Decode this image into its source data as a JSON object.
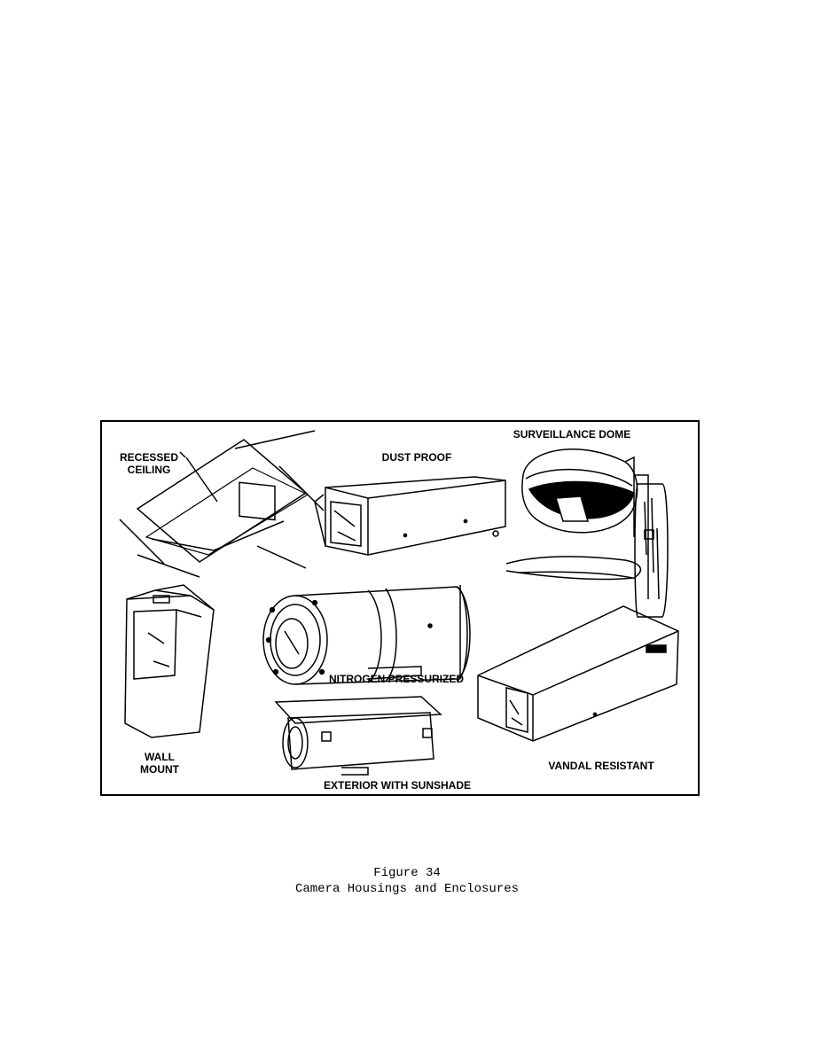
{
  "figure": {
    "labels": {
      "recessed_ceiling_1": "RECESSED",
      "recessed_ceiling_2": "CEILING",
      "dust_proof": "DUST PROOF",
      "surveillance_dome": "SURVEILLANCE DOME",
      "wall_mount_1": "WALL",
      "wall_mount_2": "MOUNT",
      "nitrogen_pressurized": "NITROGEN PRESSURIZED",
      "vandal_resistant": "VANDAL RESISTANT",
      "exterior_with_sunshade": "EXTERIOR WITH SUNSHADE"
    }
  },
  "caption": {
    "figure_number": "Figure 34",
    "title": "Camera Housings and Enclosures"
  }
}
